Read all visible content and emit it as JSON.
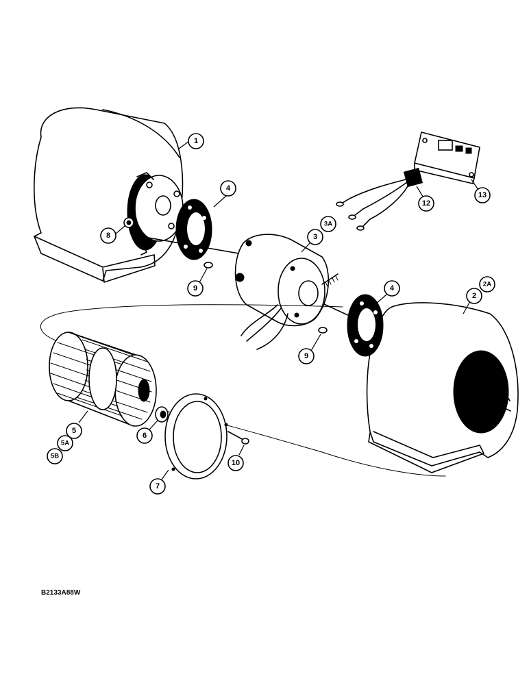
{
  "figure": {
    "code": "B2133A88W"
  },
  "callouts": {
    "c1": "1",
    "c2": "2",
    "c2a": "2A",
    "c3": "3",
    "c3a": "3A",
    "c4a": "4",
    "c4b": "4",
    "c5": "5",
    "c5a": "5A",
    "c5b": "5B",
    "c6": "6",
    "c7": "7",
    "c8": "8",
    "c9a": "9",
    "c9b": "9",
    "c10": "10",
    "c12": "12",
    "c13": "13"
  }
}
